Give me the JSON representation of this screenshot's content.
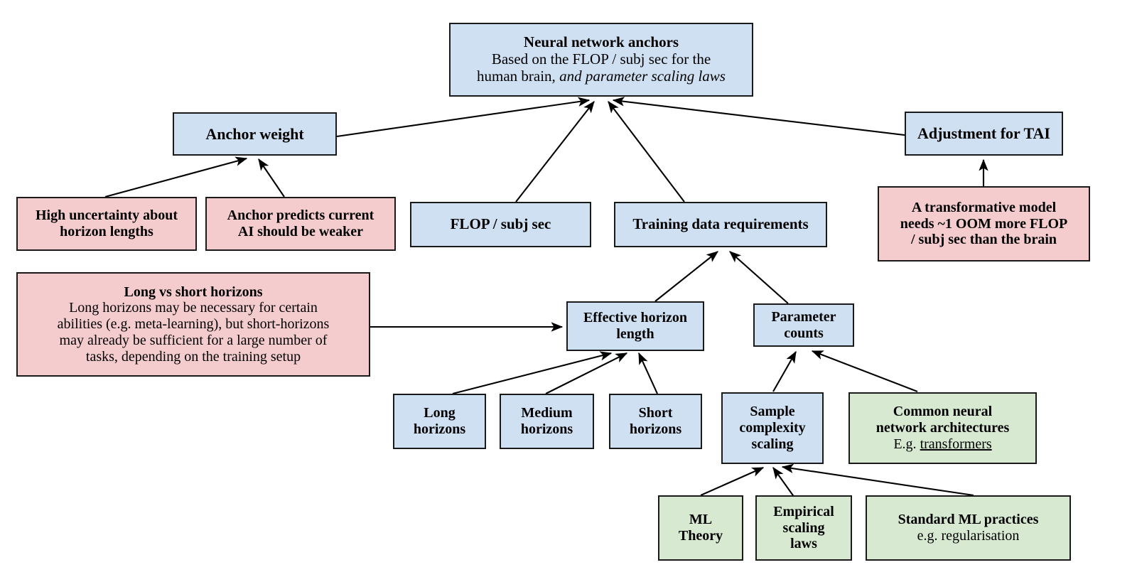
{
  "diagram": {
    "title": "Neural network anchors",
    "legend_colors": {
      "blue": "#cfe0f3",
      "pink": "#f4ccce",
      "green": "#d8e9d2",
      "border": "#1a1a1a",
      "background": "#ffffff"
    },
    "nodes": {
      "neural_network_anchors": {
        "title": "Neural network anchors",
        "line1": "Based on the FLOP / subj sec for the",
        "line2_plain": "human brain,",
        "line2_italic": "and parameter scaling laws",
        "color": "blue"
      },
      "anchor_weight": {
        "title": "Anchor weight",
        "color": "blue"
      },
      "adjustment_for_tai": {
        "title": "Adjustment for TAI",
        "color": "blue"
      },
      "high_uncertainty": {
        "line1": "High uncertainty about",
        "line2": "horizon lengths",
        "color": "pink"
      },
      "anchor_predicts_weaker": {
        "line1": "Anchor predicts current",
        "line2": "AI should be weaker",
        "color": "pink"
      },
      "transformative_model": {
        "line1": "A transformative model",
        "line2": "needs ~1 OOM more FLOP",
        "line3": "/ subj sec than the brain",
        "color": "pink"
      },
      "flop_subj_sec": {
        "title": "FLOP / subj sec",
        "color": "blue"
      },
      "training_data_requirements": {
        "title": "Training data requirements",
        "color": "blue"
      },
      "long_vs_short_horizons": {
        "title": "Long vs short horizons",
        "line1": "Long horizons may be necessary for certain",
        "line2": "abilities (e.g. meta-learning), but short-horizons",
        "line3": "may already  be sufficient for a large number of",
        "line4": "tasks, depending on the training setup",
        "color": "pink"
      },
      "effective_horizon_length": {
        "line1": "Effective horizon",
        "line2": "length",
        "color": "blue"
      },
      "parameter_counts": {
        "line1": "Parameter",
        "line2": "counts",
        "color": "blue"
      },
      "long_horizons": {
        "line1": "Long",
        "line2": "horizons",
        "color": "blue"
      },
      "medium_horizons": {
        "line1": "Medium",
        "line2": "horizons",
        "color": "blue"
      },
      "short_horizons": {
        "line1": "Short",
        "line2": "horizons",
        "color": "blue"
      },
      "sample_complexity_scaling": {
        "line1": "Sample",
        "line2": "complexity",
        "line3": "scaling",
        "color": "blue"
      },
      "common_nn_architectures": {
        "line1": "Common neural",
        "line2": "network architectures",
        "body_prefix": "E.g. ",
        "body_underlined": "transformers",
        "color": "green"
      },
      "ml_theory": {
        "line1": "ML",
        "line2": "Theory",
        "color": "green"
      },
      "empirical_scaling_laws": {
        "line1": "Empirical",
        "line2": "scaling",
        "line3": "laws",
        "color": "green"
      },
      "standard_ml_practices": {
        "title": "Standard ML practices",
        "body": "e.g. regularisation",
        "color": "green"
      }
    },
    "edges": [
      {
        "from": "anchor_weight",
        "to": "neural_network_anchors"
      },
      {
        "from": "flop_subj_sec",
        "to": "neural_network_anchors"
      },
      {
        "from": "training_data_requirements",
        "to": "neural_network_anchors"
      },
      {
        "from": "adjustment_for_tai",
        "to": "neural_network_anchors"
      },
      {
        "from": "high_uncertainty",
        "to": "anchor_weight"
      },
      {
        "from": "anchor_predicts_weaker",
        "to": "anchor_weight"
      },
      {
        "from": "transformative_model",
        "to": "adjustment_for_tai"
      },
      {
        "from": "effective_horizon_length",
        "to": "training_data_requirements"
      },
      {
        "from": "parameter_counts",
        "to": "training_data_requirements"
      },
      {
        "from": "long_vs_short_horizons",
        "to": "effective_horizon_length"
      },
      {
        "from": "long_horizons",
        "to": "effective_horizon_length"
      },
      {
        "from": "medium_horizons",
        "to": "effective_horizon_length"
      },
      {
        "from": "short_horizons",
        "to": "effective_horizon_length"
      },
      {
        "from": "sample_complexity_scaling",
        "to": "parameter_counts"
      },
      {
        "from": "common_nn_architectures",
        "to": "parameter_counts"
      },
      {
        "from": "ml_theory",
        "to": "sample_complexity_scaling"
      },
      {
        "from": "empirical_scaling_laws",
        "to": "sample_complexity_scaling"
      },
      {
        "from": "standard_ml_practices",
        "to": "sample_complexity_scaling"
      }
    ]
  }
}
